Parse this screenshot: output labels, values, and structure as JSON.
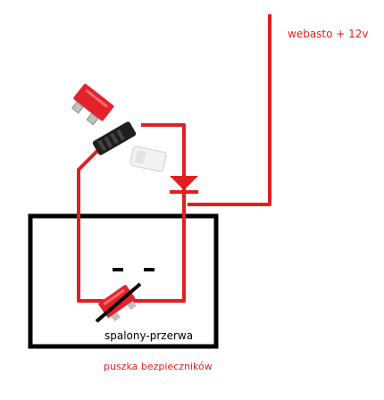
{
  "labels": {
    "webasto_power": "webasto + 12v",
    "burnt_fuse": "spalony-przerwa",
    "fuse_box": "puszka bezpieczników"
  },
  "colors": {
    "wire": "#e02020",
    "fuse_red": "#e3222c",
    "box_border": "#000000",
    "holder": "#1f1f1f",
    "fuse_white": "#f2f2f2",
    "strike": "#000000"
  },
  "icons": {
    "loose_fuse": "blade-fuse-icon",
    "inline_holder": "inline-fuse-holder-icon",
    "holder_cap": "fuse-cap-icon",
    "diode": "diode-icon",
    "burnt_fuse": "blown-blade-fuse-icon",
    "fuse_slot": "fuse-slot-icon"
  }
}
